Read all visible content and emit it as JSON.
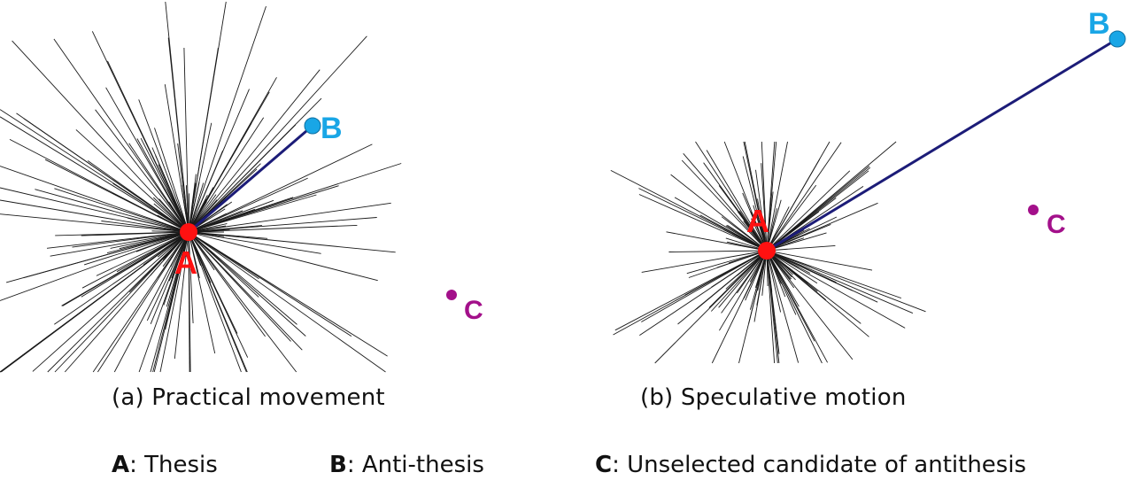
{
  "colors": {
    "thesis": "#ff1111",
    "antithesis": "#19a6e6",
    "candidate": "#a3108a",
    "link": "#1c1c78",
    "spoke": "#1a1a1a"
  },
  "panels": [
    {
      "id": "a",
      "caption": "(a) Practical movement",
      "point_labels": {
        "thesis": "A",
        "antithesis": "B",
        "candidate": "C"
      }
    },
    {
      "id": "b",
      "caption": "(b) Speculative motion",
      "point_labels": {
        "thesis": "A",
        "antithesis": "B",
        "candidate": "C"
      }
    }
  ],
  "legend": [
    {
      "key": "A",
      "text": ": Thesis"
    },
    {
      "key": "B",
      "text": ": Anti-thesis"
    },
    {
      "key": "C",
      "text": ": Unselected candidate of antithesis"
    }
  ]
}
